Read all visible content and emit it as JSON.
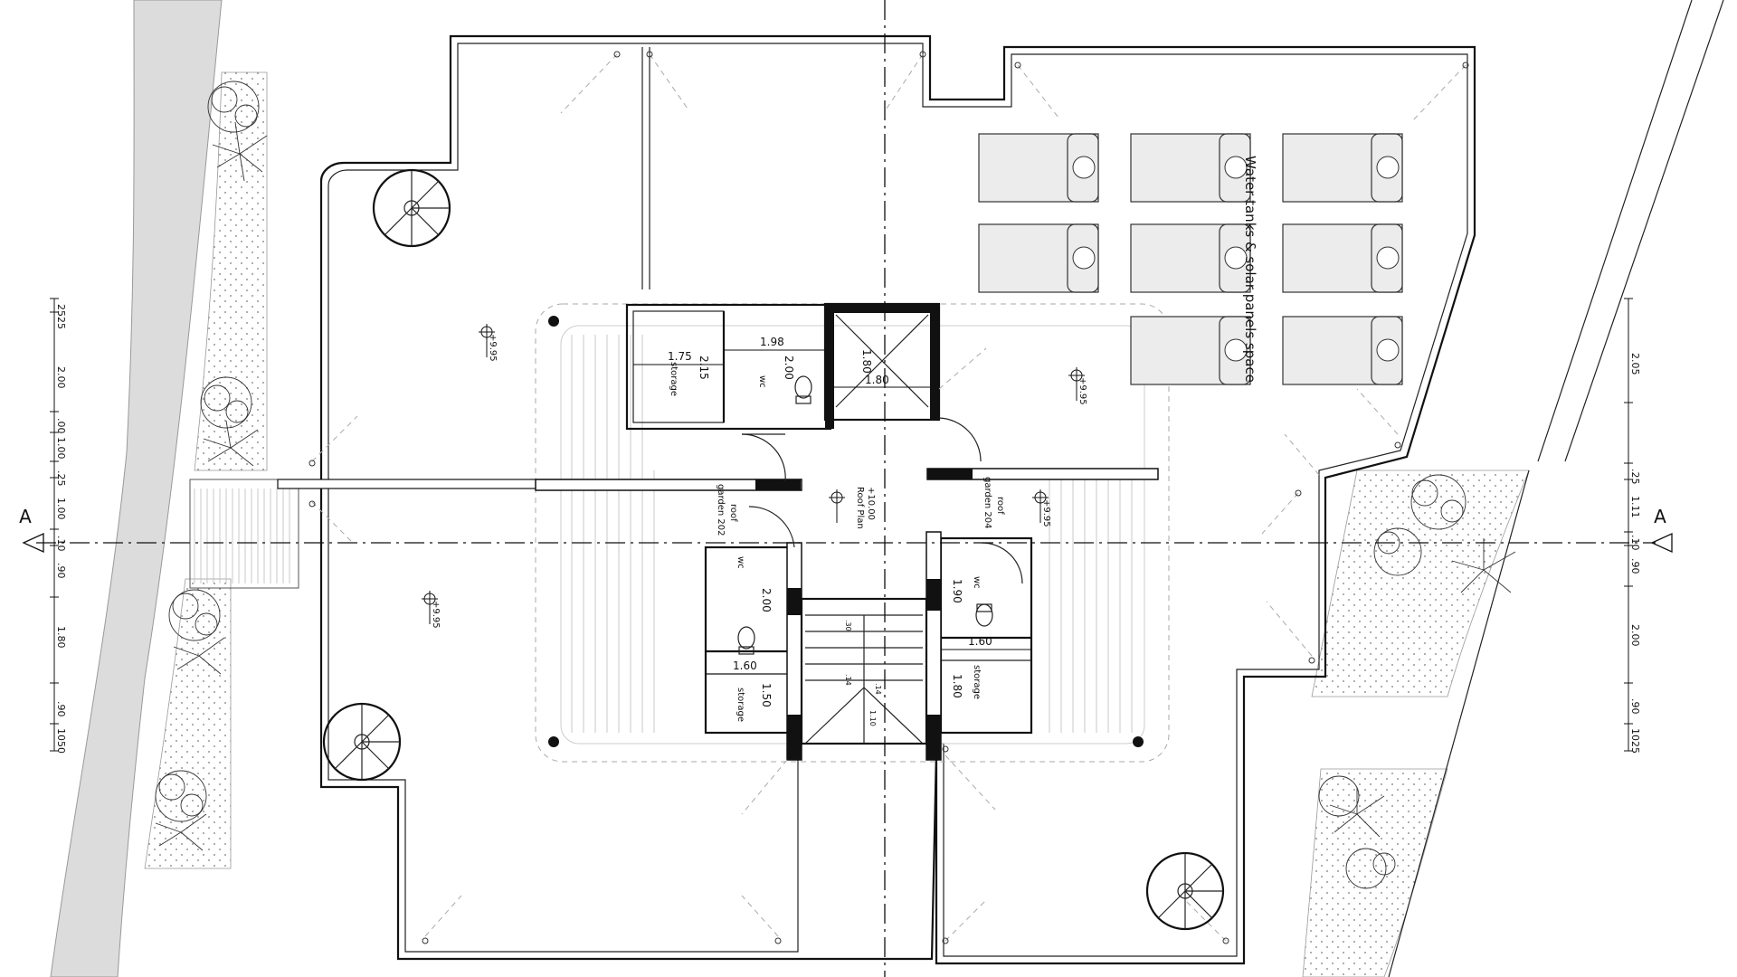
{
  "section_markers": {
    "left": "A",
    "right": "A"
  },
  "central_label": {
    "line1": "Roof Plan",
    "line2": "+10.00"
  },
  "garden_labels": [
    {
      "line1": "roof",
      "line2": "garden 202"
    },
    {
      "line1": "roof",
      "line2": "garden 204"
    }
  ],
  "solar_label": "Water tanks & solar panels  space",
  "level_marks": [
    "+9.95",
    "+9.95",
    "+9.95",
    "+9.95"
  ],
  "room_labels": {
    "storage_top": "storage",
    "wc_top": "wc",
    "wc_left": "wc",
    "storage_left": "storage",
    "wc_right": "wc",
    "storage_right": "storage"
  },
  "room_dims": {
    "top_storage_width": "1.75",
    "top_storage_depth": "2.15",
    "top_wc_width": "1.98",
    "top_wc_depth": "2.00",
    "lift_depth": "1.80",
    "lift_width": "1.80",
    "left_wc_depth": "2.00",
    "left_storage_width": "1.60",
    "left_storage_depth": "1.50",
    "right_wc_depth": "1.90",
    "right_storage_width": "1.60",
    "right_storage_depth": "1.80",
    "stair_top": ".30",
    "stair_a": ".14",
    "stair_b": ".14",
    "stair_width": "1.10"
  },
  "left_dims": [
    "2525",
    "2.00",
    ".00 1.00",
    ".25",
    "1.00",
    ".10",
    ".90",
    "1.80",
    ".90",
    "1050"
  ],
  "right_dims": [
    "2.05",
    ".25",
    "1.11",
    ".10",
    ".90",
    "2.00",
    ".90",
    "1025"
  ]
}
